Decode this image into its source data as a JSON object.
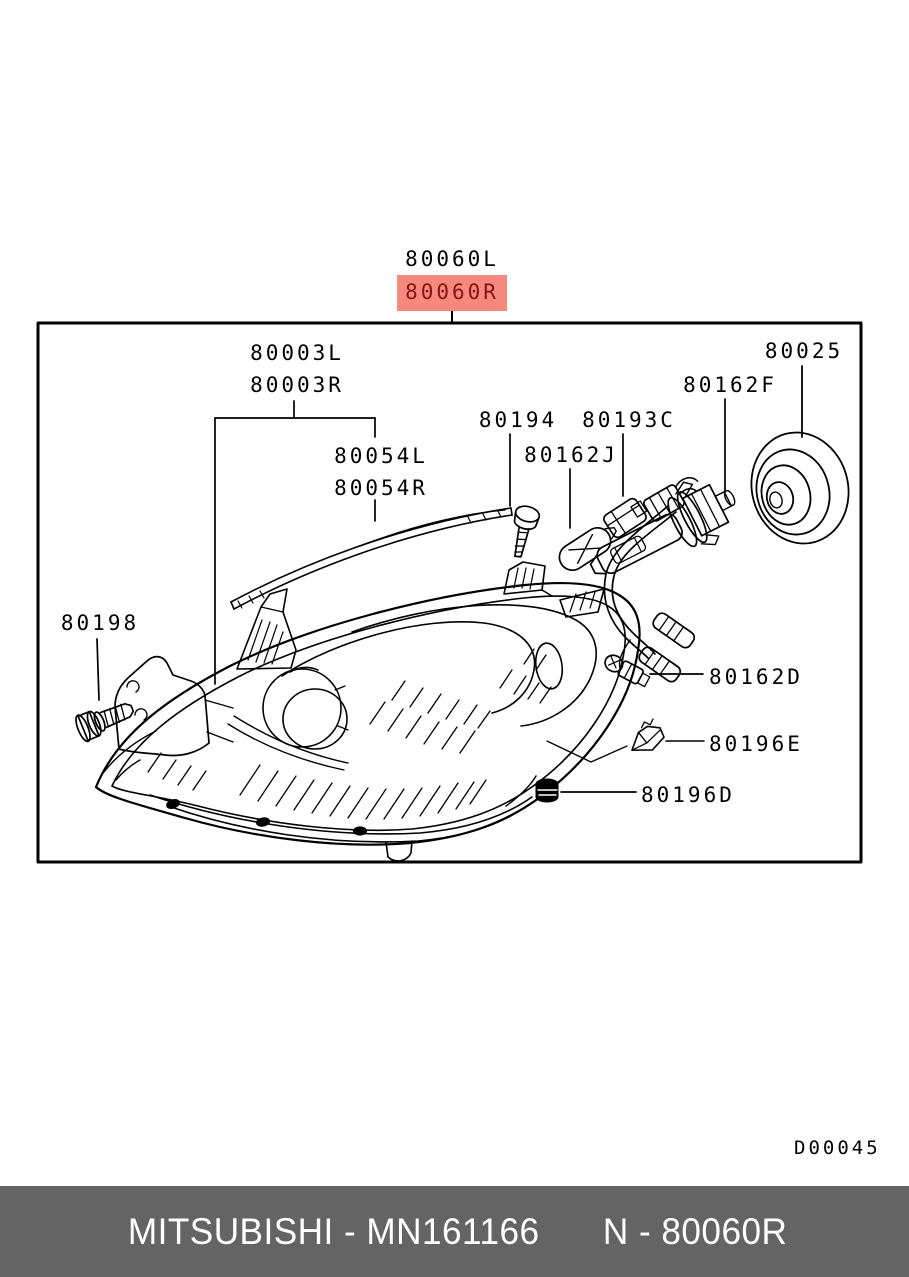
{
  "title": {
    "line1": "80060L",
    "line2": "80060R"
  },
  "diagram": {
    "labels": {
      "p80003": {
        "line1": "80003L",
        "line2": "80003R"
      },
      "p80054": {
        "line1": "80054L",
        "line2": "80054R"
      },
      "p80194": "80194",
      "p80193c": "80193C",
      "p80162j": "80162J",
      "p80162f": "80162F",
      "p80025": "80025",
      "p80198": "80198",
      "p80162d": "80162D",
      "p80196e": "80196E",
      "p80196d": "80196D"
    },
    "drawing_code": "D00045"
  },
  "footer": {
    "brand_part": "MITSUBISHI - MN161166",
    "ref": "N - 80060R"
  },
  "colors": {
    "line": "#000000",
    "highlight_bg": "#f6897e",
    "highlight_text": "#8a1212",
    "footer_bg": "#646464",
    "footer_text": "#ffffff"
  }
}
